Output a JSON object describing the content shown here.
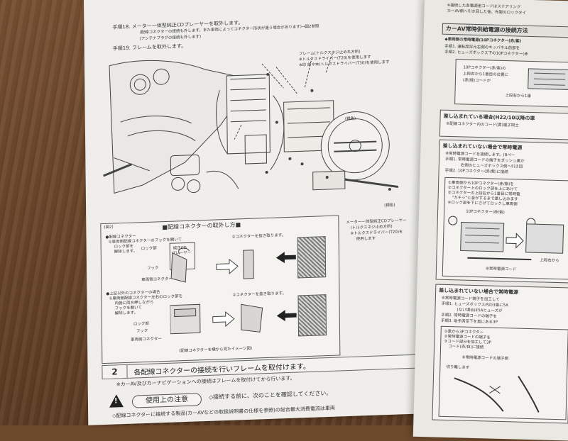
{
  "left_page": {
    "step18_line1": "手順18. メーター一体型純正CDプレーヤーを取外します。",
    "step18_line2": "(配線コネクターの接続も外します。また車両によってコネクター形状が違う場合があります)→図2参照",
    "step18_line3": "(アンテナプラグの接続も外します)",
    "step19": "手順19. フレームを取外します。",
    "frame_callout_1": "フレーム(トルクスネジ止めれ方所)",
    "frame_callout_2": "※トルクスドライバー(T20)を使用します",
    "frame_callout_3": "※印 部ネ本(トルクスドライバー(T30)を使用します",
    "silver_label_top": "(銀色)",
    "silver_label_bottom": "(銀色)",
    "meter_callout_1": "メーター一体型純正CDプレーヤー",
    "meter_callout_2": "(トルクスネジ止め方所)",
    "meter_callout_3": "※トルクスドライバー(T20)を",
    "meter_callout_4": "使用します",
    "fig2_label": "(図2)",
    "fig2_title": "■配線コネクターの取外し方■",
    "conn_heading_1": "●配線コネクター",
    "conn_text_1a": "①車両側配線コネクターのフックを開いて",
    "conn_text_1b": "ロック部を",
    "conn_text_1c": "解除します。",
    "lock_label": "ロック部",
    "hook_label": "フック",
    "vehicle_conn_label": "車両側コネクター",
    "pull_label": "②コネクターを抜き取ります。",
    "cd_label": "純正CD",
    "cd_label_2": "プレーヤー",
    "conn_heading_2": "●上記以外のコネクターの場合",
    "conn_text_2a": "①車両側配線コネクター左右のロック部を",
    "conn_text_2b": "内側に両方押しながら",
    "conn_text_2c": "フックを開いて",
    "conn_text_2d": "解除します。",
    "lock_label_2": "ロック部",
    "hook_label_2": "フック",
    "vehicle_conn_label_2": "車両側コネクター",
    "pull_label_2": "②コネクターを抜き取ります。",
    "side_view_caption": "(配線コネクターを横から見たイメージ図)",
    "section_number": "2",
    "section_text": "各配線コネクターの接続を行いフレームを取付けます。",
    "section_note": "※カーAV及びカーナビゲーションへの接続はフレームを取付けてから行います。",
    "caution_label": "使用上の注意",
    "caution_text": "◇接続する前に、次のことを確認してください。",
    "bottom_text": "◇配線コネクターに接続する製品(カーAVなどの取扱説明書の仕様を参照)の総合最大消費電流は車両"
  },
  "right_page": {
    "top_line_1": "※接続した各電源用コードはステアリング",
    "top_line_2": "カーAV側へ引き回した後、布製のロックタイ",
    "title": "カーAV常時供給電源の接続方法",
    "sub_1": "◆車両側の常時電源(10Pコネクター(赤/紫)",
    "sub_2": "手順1. 運転席足元右側のキッパネル前部を",
    "sub_3": "手順2. ヒューズボックス下の10Pコネクター(赤",
    "inset_line_1": "10Pコネクター(赤/紫)の",
    "inset_line_2": "上段右から1番目の位置に",
    "inset_line_3": "(赤/緑)コードが",
    "inset_line_4": "上段右から1番",
    "inserted_title": "差し込まれている場合(H22/10以降の車",
    "inserted_text": "⑥配線コネクター内のコード(黄)端子同士",
    "not_inserted_title": "差し込まれていない場合で常時電源",
    "not_inserted_1": "⑧常時電源コードを接続します。(8ペー",
    "not_inserted_2": "手順1. 常時電源コードの端子をダッシュ裏か",
    "not_inserted_3": "右側のヒューズボックス側へ引き回",
    "not_inserted_4": "手順2. 10Pコネクター(赤/紫)に接続",
    "steps_1": "①車両側から10Pコネクター(赤/紫)を",
    "steps_2": "②コネクター上のロック部を上にあけて",
    "steps_3": "③コネクターの上段右から1番目に常時電",
    "steps_4": "\"カチッ\"と音がするまで差し込みます",
    "steps_5": "④ロック部を下にさげてロックし車両側",
    "conn_label": "10Pコネクター(赤/紫)",
    "top_right_label": "上段右から",
    "constant_cord": "⑧常時電源コード",
    "not_inserted2_title": "差し込まれていない場合で常時電源",
    "n2_1": "⑧常時電源コード端子を加工して",
    "n2_2": "手順1. ヒューズボックス内の3番に5A",
    "n2_3": "(ない場合は5Aヒューズが",
    "n2_4": "手順2. 常時電源コードの端子を",
    "n2_5": "手順3. 助手席足下を奥にある3P",
    "n2_6": "①黒から3Pコネクター",
    "n2_7": "②常時電源コードの端子を",
    "n2_8": "③コード部分を加工して3P",
    "n2_9": "コード(赤/白)に接続",
    "cut_label": "切り離します",
    "cord_end_label": "⑧常時電源コードの端子側"
  }
}
